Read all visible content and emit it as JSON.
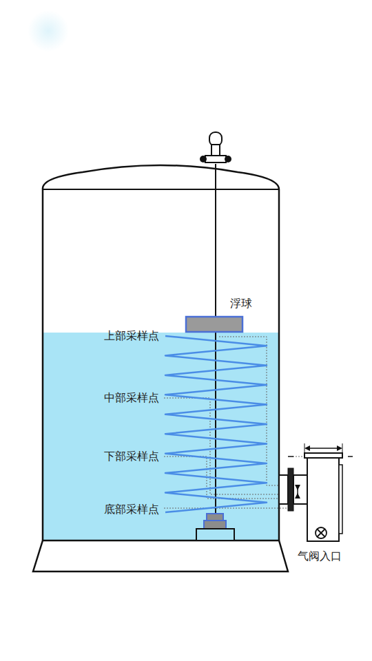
{
  "diagram": {
    "labels": [
      "浮球",
      "上部采样点",
      "中部采样点",
      "下部采样点",
      "底部采样点",
      "气阀入口"
    ]
  }
}
